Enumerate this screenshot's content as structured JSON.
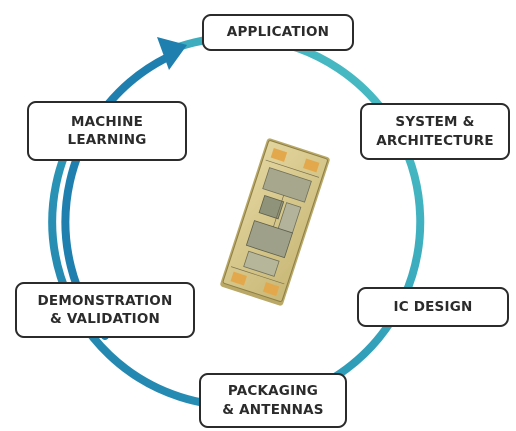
{
  "diagram": {
    "type": "cycle",
    "stages": [
      {
        "id": "application",
        "lines": [
          "APPLICATION"
        ]
      },
      {
        "id": "system-architecture",
        "lines": [
          "SYSTEM &",
          "ARCHITECTURE"
        ]
      },
      {
        "id": "ic-design",
        "lines": [
          "IC DESIGN"
        ]
      },
      {
        "id": "packaging-antennas",
        "lines": [
          "PACKAGING",
          "& ANTENNAS"
        ]
      },
      {
        "id": "demonstration-validation",
        "lines": [
          "DEMONSTRATION",
          "& VALIDATION"
        ]
      },
      {
        "id": "machine-learning",
        "lines": [
          "MACHINE",
          "LEARNING"
        ]
      }
    ],
    "center_image": "chip-module",
    "colors": {
      "ring_start": "#4ec3c6",
      "ring_end": "#1f7fae",
      "box_border": "#2b2b2b",
      "text": "#2b2b2b",
      "chip_board": "#d8c98f",
      "chip_pad": "#e3a84c"
    }
  }
}
